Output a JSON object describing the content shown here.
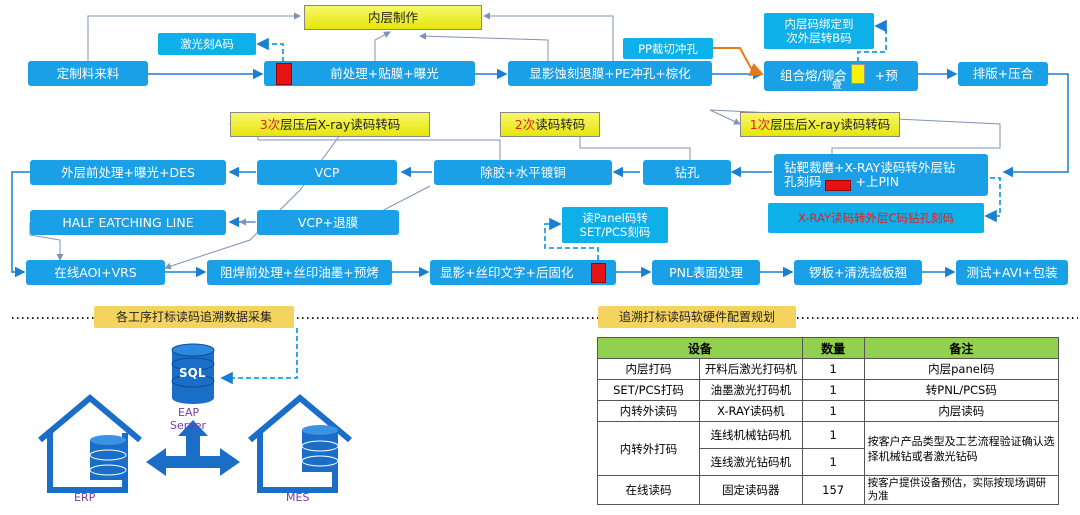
{
  "colors": {
    "box": "#1aa0e6",
    "highlight": "#f7f86a",
    "note": "#0eb0ea",
    "header": "#92d050",
    "marker": "#e51414"
  },
  "process": {
    "inner_layer": "内层制作",
    "cut": "定制料来料",
    "pretreat": "前处理+贴膜+曝光",
    "des": "显影蚀刻退膜+PE冲孔+棕化",
    "pp": "PP裁切冲孔",
    "fuse_a": "组合熔/铆合",
    "fuse_b": "+预",
    "fuse_c": "叠",
    "layup": "排版+压合",
    "xray3": "层压后X-ray读码转码",
    "xray3_n": "3次",
    "read2": "读码转码",
    "read2_n": "2次",
    "xray1": "层压后X-ray读码转码",
    "xray1_n": "1次",
    "outer": "外层前处理+曝光+DES",
    "vcp": "VCP",
    "desmear": "除胶+水平镀铜",
    "drill": "钻孔",
    "target_a": "钻靶裁磨+X-RAY读码转外层钻",
    "target_b": "孔刻码",
    "target_c": "+上PIN",
    "half": "HALF EATCHING LINE",
    "vcp_strip": "VCP+退膜",
    "aoi": "在线AOI+VRS",
    "solder": "阻焊前处理+丝印油墨+预烤",
    "silk": "显影+丝印文字+后固化",
    "pnl": "PNL表面处理",
    "route": "锣板+清洗验板翘",
    "test": "测试+AVI+包装"
  },
  "notes": {
    "laser_a": "激光刻A码",
    "bind_a": "内层码绑定到",
    "bind_b": "次外层转B码",
    "xray_c": "X-RAY读码转外层C码钻孔刻码",
    "panel_a": "读Panel码转",
    "panel_b": "SET/PCS刻码"
  },
  "bars": {
    "left": "各工序打标读码追溯数据采集",
    "right": "追溯打标读码软硬件配置规划"
  },
  "systems": {
    "sql": "SQL",
    "eap": "EAP",
    "eap_server": "Server",
    "erp": "ERP",
    "mes": "MES"
  },
  "table": {
    "headers": [
      "设备",
      "数量",
      "备注"
    ],
    "rows": [
      {
        "item": "内层打码",
        "device": "开料后激光打码机",
        "qty": "1",
        "remark": "内层panel码"
      },
      {
        "item": "SET/PCS打码",
        "device": "油墨激光打码机",
        "qty": "1",
        "remark": "转PNL/PCS码"
      },
      {
        "item": "内转外读码",
        "device": "X-RAY读码机",
        "qty": "1",
        "remark": "内层读码"
      },
      {
        "item": "内转外打码",
        "device": "连线机械钻码机",
        "qty": "1",
        "remark": "按客户产品类型及工艺流程验证确认选择机械钻或者激光钻码"
      },
      {
        "item": "",
        "device": "连线激光钻码机",
        "qty": "1",
        "remark": ""
      },
      {
        "item": "在线读码",
        "device": "固定读码器",
        "qty": "157",
        "remark": "按客户提供设备预估，实际按现场调研为准"
      }
    ]
  }
}
